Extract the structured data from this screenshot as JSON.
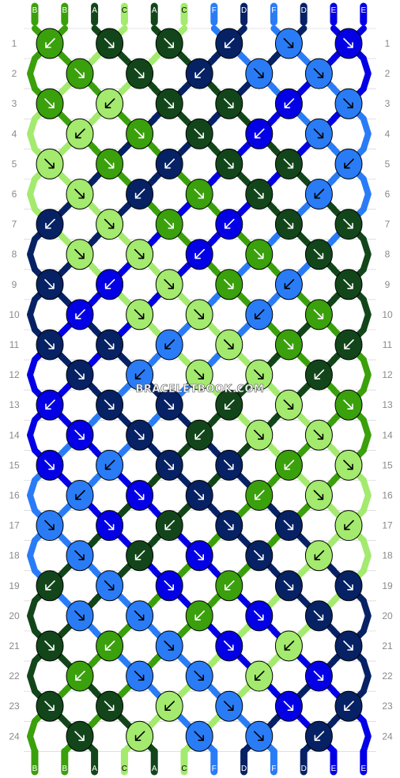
{
  "watermark": "BRACELETBOOK.COM",
  "strand_labels": [
    "B",
    "B",
    "A",
    "C",
    "A",
    "C",
    "F",
    "D",
    "F",
    "D",
    "E",
    "E"
  ],
  "rows": [
    "1",
    "2",
    "3",
    "4",
    "5",
    "6",
    "7",
    "8",
    "9",
    "10",
    "11",
    "12",
    "13",
    "14",
    "15",
    "16",
    "17",
    "18",
    "19",
    "20",
    "21",
    "22",
    "23",
    "24"
  ],
  "colors": {
    "A": "#12461a",
    "B": "#3aa00c",
    "C": "#a3ea6e",
    "D": "#062265",
    "E": "#0400e6",
    "F": "#2a7cf6",
    "outline": "#000000",
    "row_line": "#cccccc",
    "label_text": "#8a8a8a"
  }
}
